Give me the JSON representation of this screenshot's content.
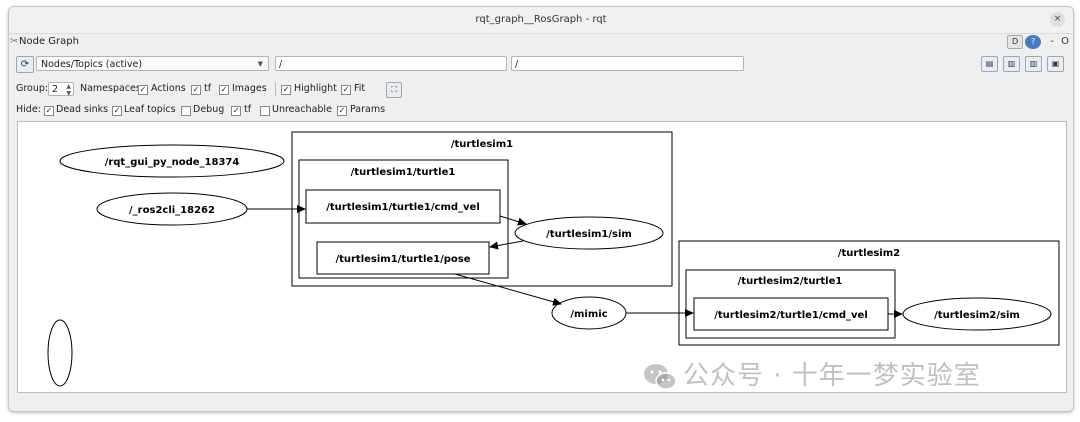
{
  "window": {
    "title": "rqt_graph__RosGraph - rqt",
    "close_glyph": "×"
  },
  "plugin": {
    "title": "Node Graph",
    "icon": "scissors-icon",
    "right_d": "D",
    "right_help": "?",
    "right_min": "-",
    "right_close": "O"
  },
  "toolbar": {
    "refresh_icon": "refresh-icon",
    "mode": "Nodes/Topics (active)",
    "node_filter": "/",
    "topic_filter": "/",
    "right_buttons": [
      "load-icon",
      "save-dot-icon",
      "save-svg-icon",
      "screenshot-icon"
    ]
  },
  "options": {
    "group_label": "Group:",
    "group_value": "2",
    "namespaces": {
      "label": "Namespaces",
      "checked": true
    },
    "actions": {
      "label": "Actions",
      "checked": true
    },
    "tf": {
      "label": "tf",
      "checked": true
    },
    "images": {
      "label": "Images",
      "checked": true
    },
    "highlight": {
      "label": "Highlight",
      "checked": true
    },
    "fit": {
      "label": "Fit",
      "checked": true
    }
  },
  "hide": {
    "label": "Hide:",
    "dead_sinks": {
      "label": "Dead sinks",
      "checked": true
    },
    "leaf_topics": {
      "label": "Leaf topics",
      "checked": true
    },
    "debug": {
      "label": "Debug",
      "checked": false
    },
    "tf": {
      "label": "tf",
      "checked": true
    },
    "unreachable": {
      "label": "Unreachable",
      "checked": false
    },
    "params": {
      "label": "Params",
      "checked": true
    }
  },
  "graph": {
    "clusters": {
      "turtlesim1": "/turtlesim1",
      "turtlesim1_turtle1": "/turtlesim1/turtle1",
      "turtlesim2": "/turtlesim2",
      "turtlesim2_turtle1": "/turtlesim2/turtle1"
    },
    "nodes": {
      "rqt_gui": "/rqt_gui_py_node_18374",
      "ros2cli": "/_ros2cli_18262",
      "sim1": "/turtlesim1/sim",
      "mimic": "/mimic",
      "sim2": "/turtlesim2/sim"
    },
    "topics": {
      "cmd_vel1": "/turtlesim1/turtle1/cmd_vel",
      "pose1": "/turtlesim1/turtle1/pose",
      "cmd_vel2": "/turtlesim2/turtle1/cmd_vel"
    }
  },
  "watermark": "公众号 · 十年一梦实验室"
}
